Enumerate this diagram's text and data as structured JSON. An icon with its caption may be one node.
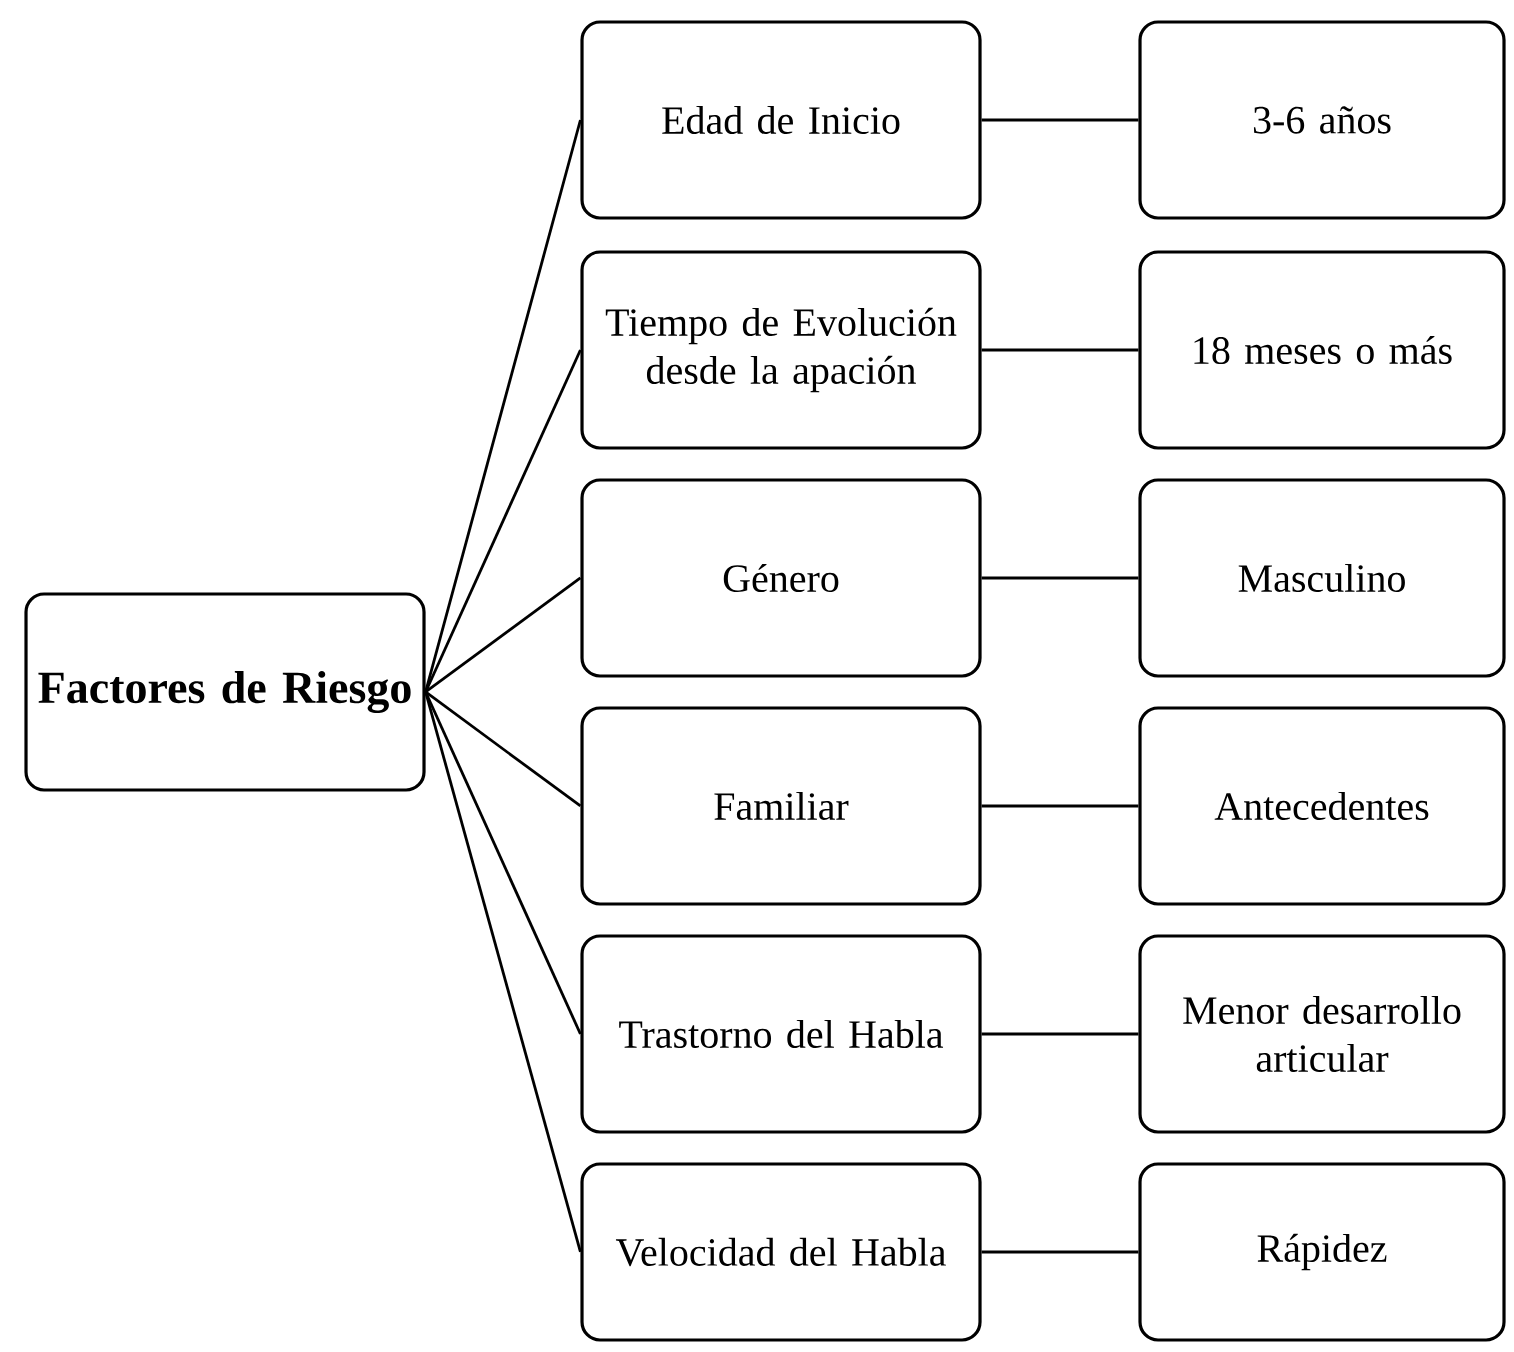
{
  "diagram": {
    "nodes": [
      {
        "text": [
          "Factores de Riesgo"
        ]
      },
      {
        "text": [
          "Edad de Inicio"
        ]
      },
      {
        "text": [
          "3-6 años"
        ]
      },
      {
        "text": [
          "Tiempo de Evolución desde la apación"
        ]
      },
      {
        "text": [
          "18 meses o más"
        ]
      },
      {
        "text": [
          "Género"
        ]
      },
      {
        "text": [
          "Masculino"
        ]
      },
      {
        "text": [
          "Familiar"
        ]
      },
      {
        "text": [
          "Antecedentes"
        ]
      },
      {
        "text": [
          "Trastorno del Habla"
        ]
      },
      {
        "text": [
          "Menor desarrollo articular"
        ]
      },
      {
        "text": [
          "Velocidad del Habla"
        ]
      },
      {
        "text": [
          "Rápidez"
        ]
      }
    ],
    "edges": [
      {
        "from": 0,
        "to": 1,
        "arrow": "none"
      },
      {
        "from": 0,
        "to": 3,
        "arrow": "none"
      },
      {
        "from": 0,
        "to": 5,
        "arrow": "none"
      },
      {
        "from": 0,
        "to": 7,
        "arrow": "none"
      },
      {
        "from": 0,
        "to": 9,
        "arrow": "none"
      },
      {
        "from": 0,
        "to": 11,
        "arrow": "none"
      },
      {
        "from": 1,
        "to": 2,
        "arrow": "none"
      },
      {
        "from": 3,
        "to": 4,
        "arrow": "none"
      },
      {
        "from": 5,
        "to": 6,
        "arrow": "none"
      },
      {
        "from": 7,
        "to": 8,
        "arrow": "none"
      },
      {
        "from": 9,
        "to": 10,
        "arrow": "none"
      },
      {
        "from": 11,
        "to": 12,
        "arrow": "none"
      }
    ]
  }
}
